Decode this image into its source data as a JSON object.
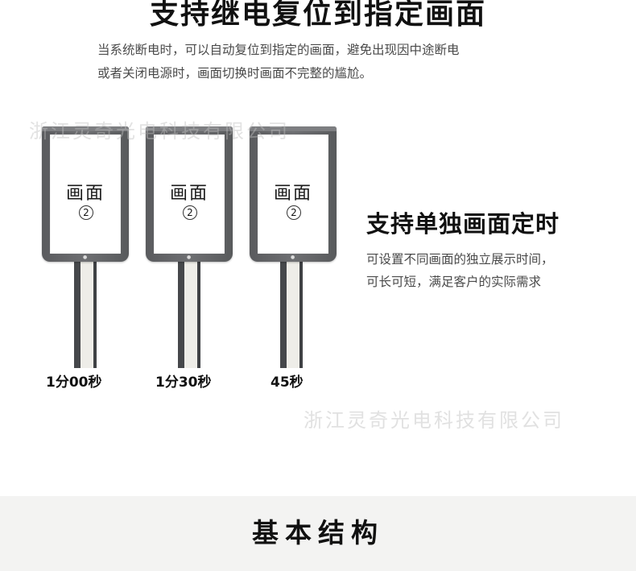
{
  "section1": {
    "title": "支持继电复位到指定画面",
    "description_lines": [
      "当系统断电时，可以自动复位到指定的画面，避免出现因中途断电",
      "或者关闭电源时，画面切换时画面不完整的尴尬。"
    ]
  },
  "watermark": {
    "text": "浙江灵奇光电科技有限公司"
  },
  "signs": [
    {
      "screen_label": "画面",
      "screen_number": "2",
      "time_label": "1分00秒"
    },
    {
      "screen_label": "画面",
      "screen_number": "2",
      "time_label": "1分30秒"
    },
    {
      "screen_label": "画面",
      "screen_number": "2",
      "time_label": "45秒"
    }
  ],
  "section2": {
    "title": "支持单独画面定时",
    "description_lines": [
      "可设置不同画面的独立展示时间，",
      "可长可短，满足客户的实际需求"
    ]
  },
  "footer_band": {
    "title": "基本结构",
    "background": "#f3f3f2"
  },
  "colors": {
    "frame": "#5f6063",
    "pole_light": "#eeede8",
    "text_dark": "#111111",
    "text_body": "#4a4a4a"
  }
}
